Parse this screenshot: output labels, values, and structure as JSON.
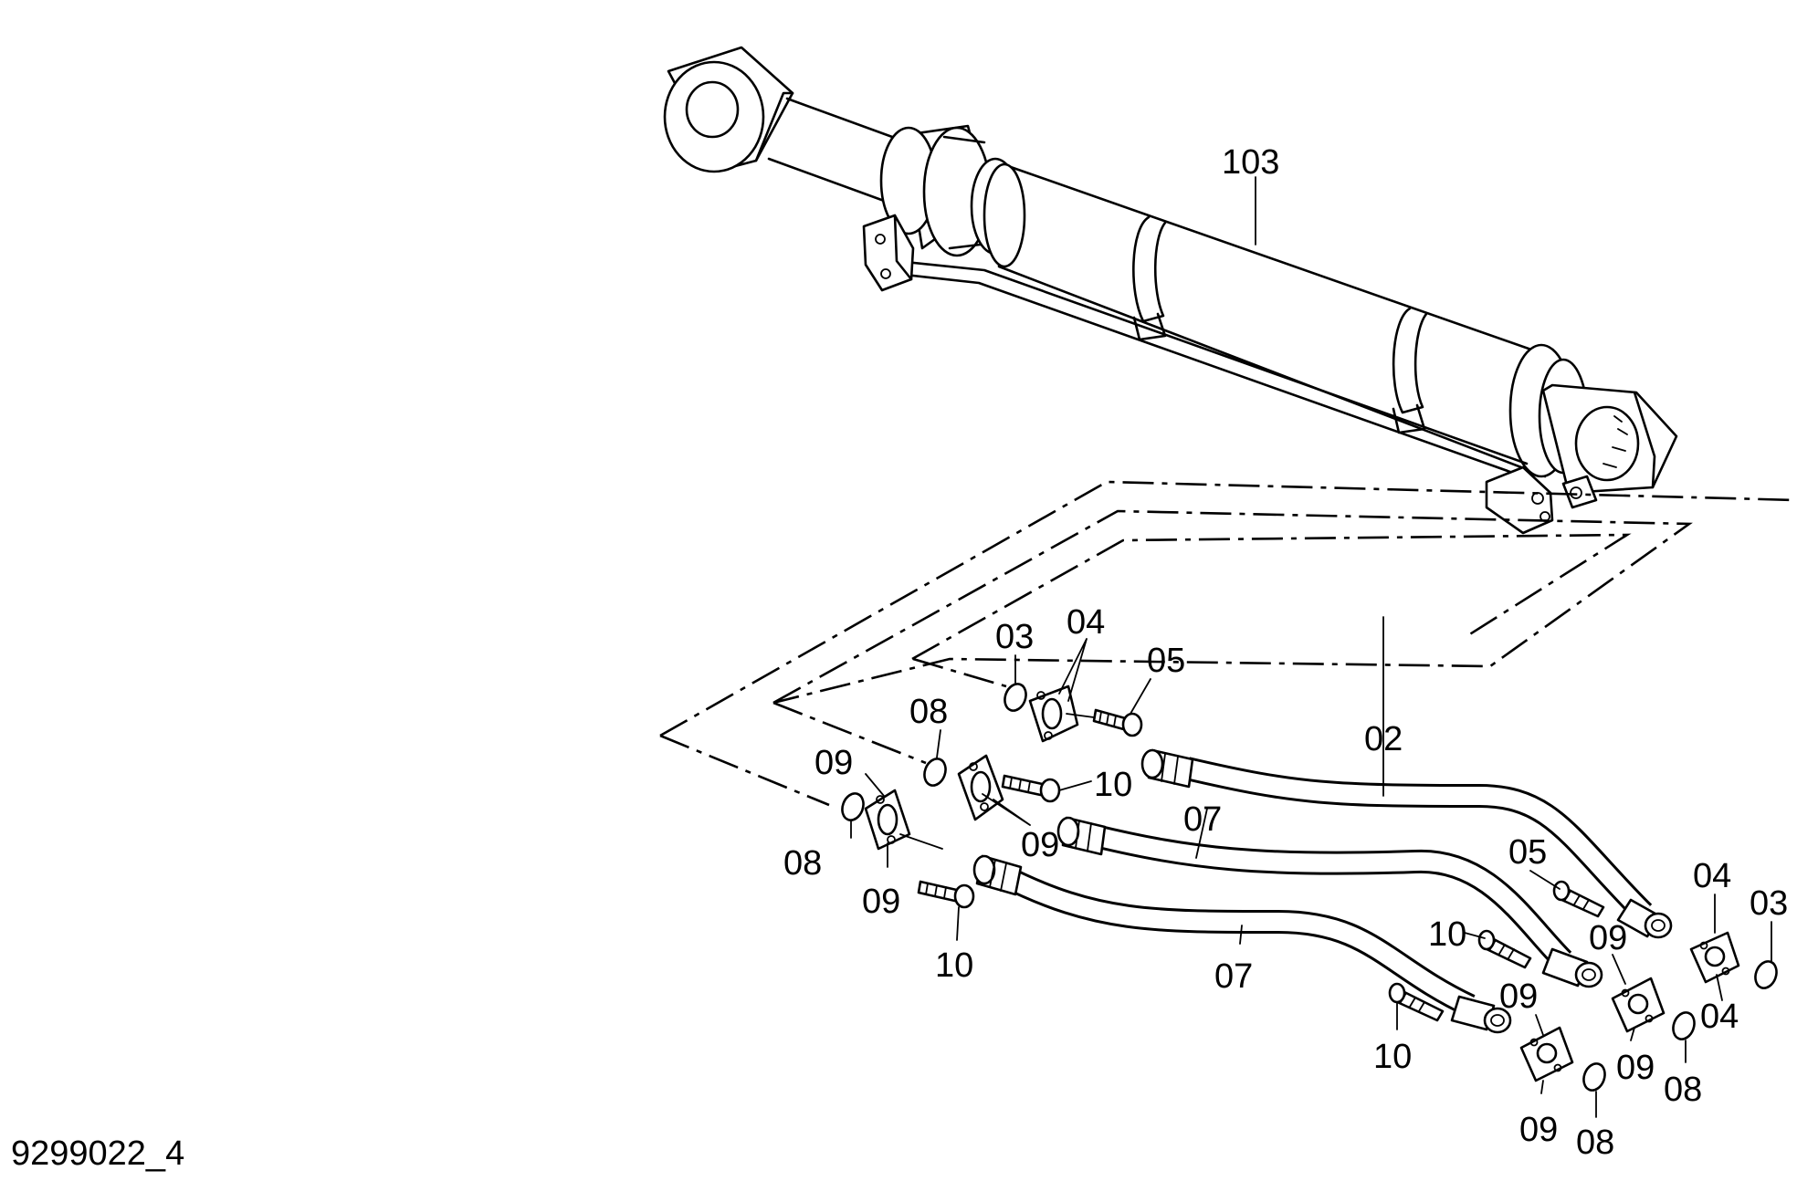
{
  "diagram": {
    "drawing_code": "9299022_4",
    "callouts": {
      "c103": "103",
      "c03_top": "03",
      "c04_top": "04",
      "c05_top": "05",
      "c08_top": "08",
      "c02": "02",
      "c09_left_upper": "09",
      "c10_mid": "10",
      "c07_mid": "07",
      "c09_mid": "09",
      "c08_left": "08",
      "c09_left_lower": "09",
      "c10_left": "10",
      "c07_low": "07",
      "c05_right": "05",
      "c04_right_upper": "04",
      "c03_right": "03",
      "c10_right_upper": "10",
      "c09_right_upper": "09",
      "c04_right_lower": "04",
      "c09_right_mid": "09",
      "c09_right_lower": "09",
      "c08_right_upper": "08",
      "c10_right_lower": "10",
      "c09_bottom": "09",
      "c08_bottom": "08"
    }
  }
}
